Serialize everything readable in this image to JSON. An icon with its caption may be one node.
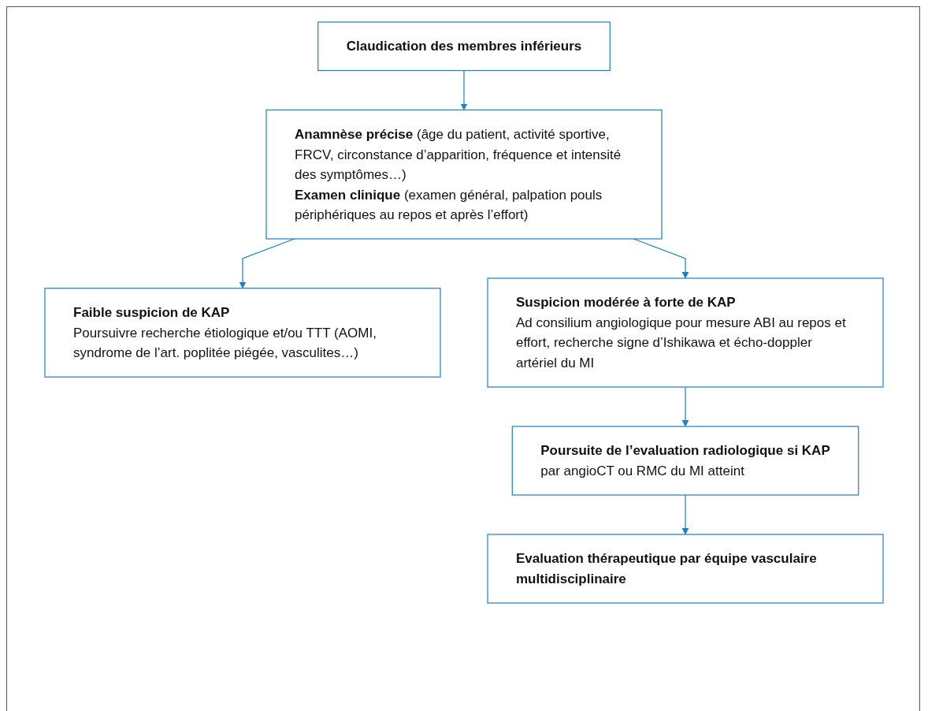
{
  "diagram": {
    "nodes": [
      {
        "text": [
          "Claudication des membres inférieurs"
        ]
      },
      {
        "text": [
          "**Anamnèse précise** (âge du patient, activité sportive, FRCV, circonstance d’apparition, fréquence et intensité des symptômes…)",
          "**Examen clinique** (examen général, palpation pouls périphériques au repos et après l’effort)"
        ]
      },
      {
        "text": [
          "Faible suspicion de KAP",
          "Poursuivre recherche étiologique et/ou TTT (AOMI, syndrome de l’art. poplitée piégée, vasculites…)"
        ]
      },
      {
        "text": [
          "Suspicion modérée à forte de KAP",
          "Ad consilium angiologique pour mesure ABI au repos et effort, recherche signe d’Ishikawa et écho-doppler artériel du MI"
        ]
      },
      {
        "text": [
          "Poursuite de l’evaluation radiologique si KAP",
          "par angioCT ou RMC du MI atteint"
        ]
      },
      {
        "text": [
          "Evaluation thérapeutique par équipe vasculaire multidisciplinaire"
        ]
      }
    ],
    "edges": [
      {
        "from": 0,
        "to": 1,
        "arrow": "to"
      },
      {
        "from": 1,
        "to": 2,
        "arrow": "to"
      },
      {
        "from": 1,
        "to": 3,
        "arrow": "to"
      },
      {
        "from": 3,
        "to": 4,
        "arrow": "to"
      },
      {
        "from": 4,
        "to": 5,
        "arrow": "to"
      }
    ]
  }
}
